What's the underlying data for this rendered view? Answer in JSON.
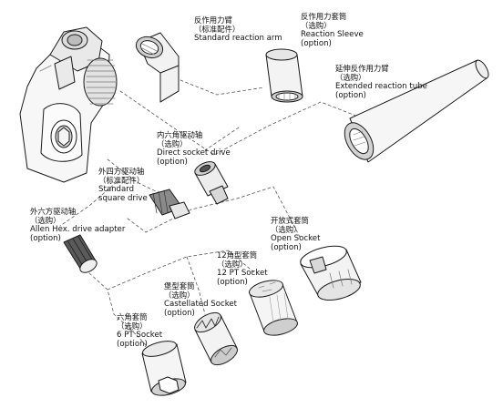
{
  "components": [
    {
      "id": "standard-reaction-arm",
      "cn": "反作用力臂",
      "cn_note": "（标准配件）",
      "en": [
        "Standard reaction arm"
      ]
    },
    {
      "id": "reaction-sleeve",
      "cn": "反作用力套筒",
      "cn_note": "（选购）",
      "en": [
        "Reaction Sleeve",
        "(option)"
      ]
    },
    {
      "id": "extended-reaction-tube",
      "cn": "延伸反作用力臂",
      "cn_note": "（选购）",
      "en": [
        "Extended reaction tube",
        "(option)"
      ]
    },
    {
      "id": "direct-socket-drive",
      "cn": "内六角驱动轴",
      "cn_note": "（选购）",
      "en": [
        "Direct socket drive",
        "(option)"
      ]
    },
    {
      "id": "standard-square-drive",
      "cn": "外四方驱动轴",
      "cn_note": "（标准配件）",
      "en": [
        "Standard",
        "square drive"
      ]
    },
    {
      "id": "allen-hex-drive-adapter",
      "cn": "外六方驱动轴",
      "cn_note": "（选购）",
      "en": [
        "Allen Hex. drive adapter",
        "(option)"
      ]
    },
    {
      "id": "open-socket",
      "cn": "开放式套筒",
      "cn_note": "（选购）",
      "en": [
        "Open Socket",
        "(option)"
      ]
    },
    {
      "id": "12pt-socket",
      "cn": "12角型套筒",
      "cn_note": "（选购）",
      "en": [
        "12 PT Socket",
        "(option)"
      ]
    },
    {
      "id": "castellated-socket",
      "cn": "堡型套筒",
      "cn_note": "（选购）",
      "en": [
        "Castellated Socket",
        "(option)"
      ]
    },
    {
      "id": "6pt-socket",
      "cn": "六角套筒",
      "cn_note": "（选购）",
      "en": [
        "6 PT Socket",
        "(option)"
      ]
    }
  ]
}
